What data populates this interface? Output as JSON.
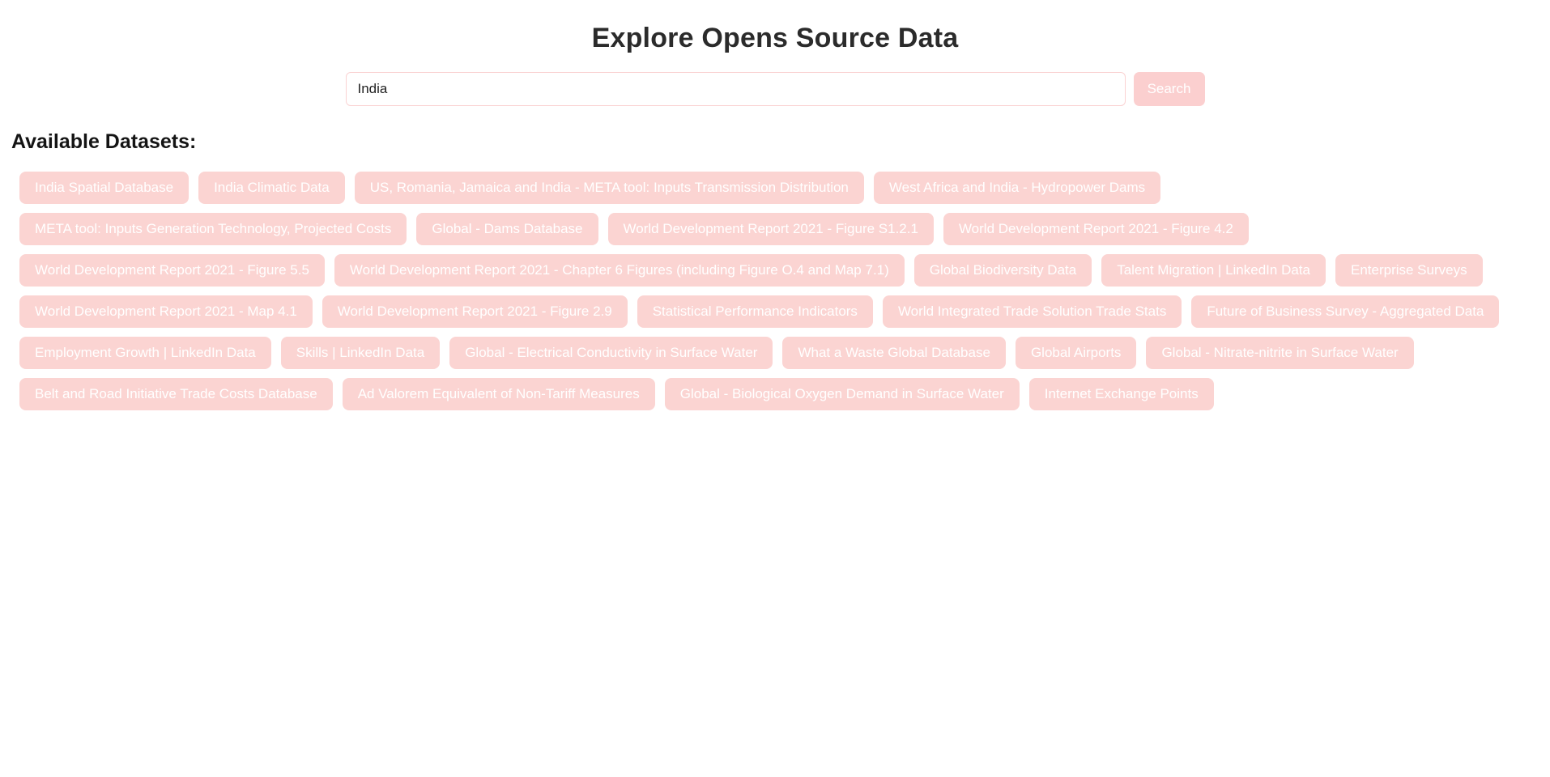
{
  "header": {
    "title": "Explore Opens Source Data"
  },
  "search": {
    "value": "India",
    "placeholder": "",
    "button_label": "Search"
  },
  "datasets_section": {
    "heading": "Available Datasets:",
    "items": [
      "India Spatial Database",
      "India Climatic Data",
      "US, Romania, Jamaica and India - META tool: Inputs Transmission Distribution",
      "West Africa and India - Hydropower Dams",
      "META tool: Inputs Generation Technology, Projected Costs",
      "Global - Dams Database",
      "World Development Report 2021 - Figure S1.2.1",
      "World Development Report 2021 - Figure 4.2",
      "World Development Report 2021 - Figure 5.5",
      "World Development Report 2021 - Chapter 6 Figures (including Figure O.4 and Map 7.1)",
      "Global Biodiversity Data",
      "Talent Migration | LinkedIn Data",
      "Enterprise Surveys",
      "World Development Report 2021 - Map 4.1",
      "World Development Report 2021 - Figure 2.9",
      "Statistical Performance Indicators",
      "World Integrated Trade Solution Trade Stats",
      "Future of Business Survey - Aggregated Data",
      "Employment Growth | LinkedIn Data",
      "Skills | LinkedIn Data",
      "Global - Electrical Conductivity in Surface Water",
      "What a Waste Global Database",
      "Global Airports",
      "Global - Nitrate-nitrite in Surface Water",
      "Belt and Road Initiative Trade Costs Database",
      "Ad Valorem Equivalent of Non-Tariff Measures",
      "Global - Biological Oxygen Demand in Surface Water",
      "Internet Exchange Points"
    ]
  },
  "colors": {
    "tag_background": "#fbd4d2",
    "tag_text": "#ffffff",
    "button_background": "#fbcfcf",
    "input_border": "#fad2d2",
    "page_background": "#ffffff",
    "title_text": "#2b2b2b"
  }
}
